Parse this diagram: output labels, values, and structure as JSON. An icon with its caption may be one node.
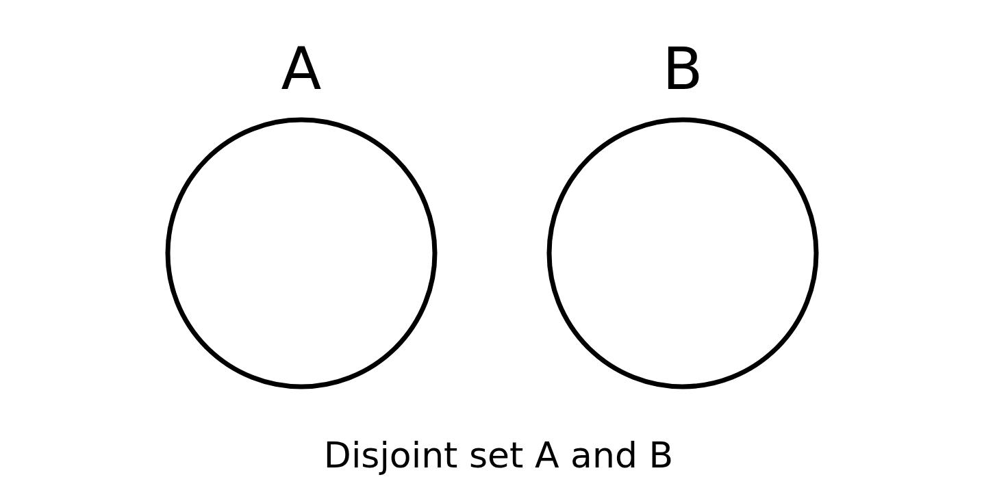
{
  "diagram": {
    "caption": "Disjoint set A and B",
    "nodes": [
      {
        "text": [
          "A"
        ]
      },
      {
        "text": [
          "B"
        ]
      }
    ]
  }
}
